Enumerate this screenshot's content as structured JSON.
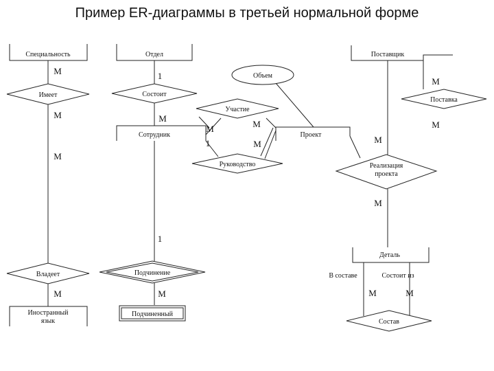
{
  "title": "Пример ER-диаграммы в третьей нормальной форме",
  "entities": {
    "specialnost": "Специальность",
    "otdel": "Отдел",
    "postavshchik": "Поставщик",
    "sotrudnik": "Сотрудник",
    "proekt": "Проект",
    "inostrannyi_yazyk_1": "Иностранный",
    "inostrannyi_yazyk_2": "язык",
    "detal": "Деталь",
    "podchinennyi": "Подчиненный",
    "obem": "Объем"
  },
  "relationships": {
    "imeet": "Имеет",
    "sostoit": "Состоит",
    "uchastie": "Участие",
    "rukovodstvo": "Руководство",
    "postavka": "Поставка",
    "realizatsiya_1": "Реализация",
    "realizatsiya_2": "проекта",
    "vladeet": "Владеет",
    "podchinenie": "Подчинение",
    "sostav": "Состав"
  },
  "roles": {
    "v_sostave": "В составе",
    "sostoit_iz": "Состоит из"
  },
  "cardinality": {
    "m": "M",
    "one": "1"
  }
}
